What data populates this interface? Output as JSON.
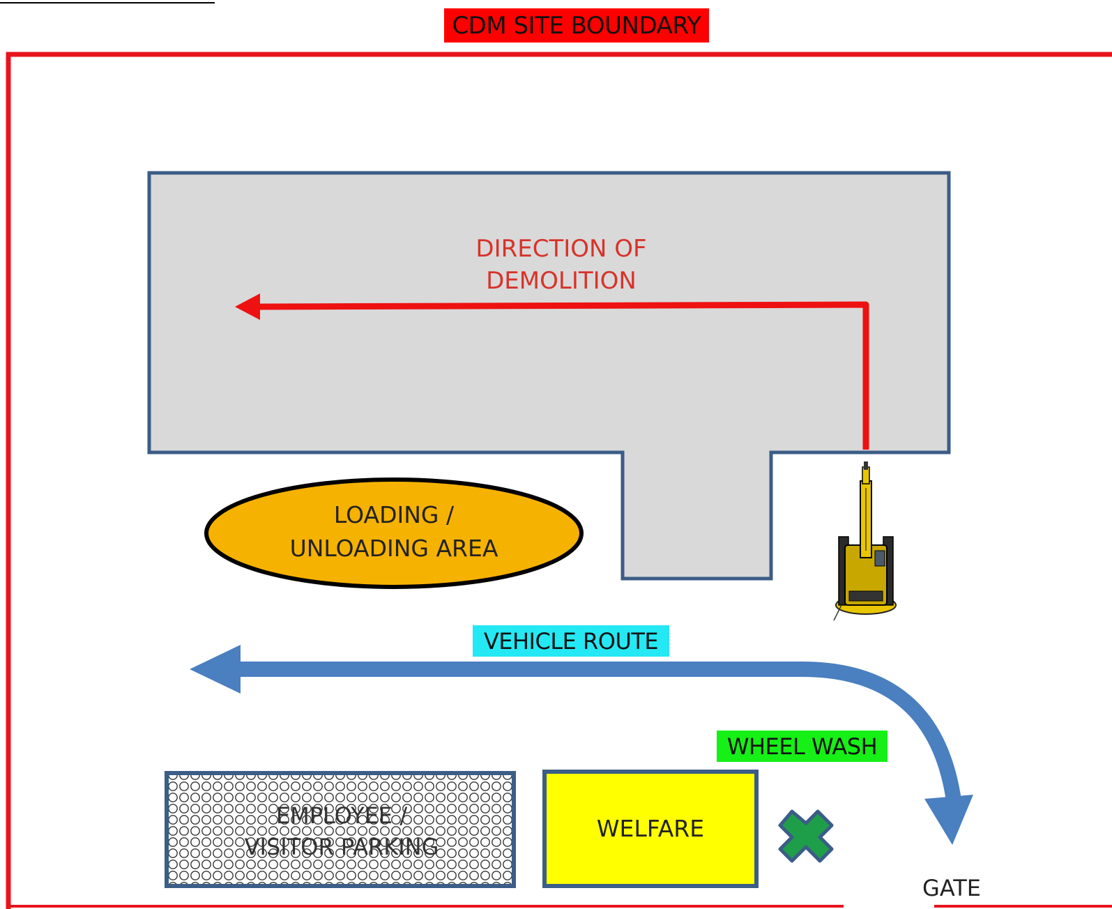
{
  "diagram": {
    "boundary_label": "CDM SITE BOUNDARY",
    "demolition_label_line1": "DIRECTION OF",
    "demolition_label_line2": "DEMOLITION",
    "loading_label_line1": "LOADING /",
    "loading_label_line2": "UNLOADING AREA",
    "vehicle_route_label": "VEHICLE ROUTE",
    "wheel_wash_label": "WHEEL WASH",
    "parking_label_line1": "EMPLOYEE /",
    "parking_label_line2": "VISITOR PARKING",
    "welfare_label": "WELFARE",
    "gate_label": "GATE",
    "icons": [
      "excavator-icon",
      "wheel-wash-cross-icon"
    ]
  },
  "colors": {
    "boundary": "#e8141c",
    "boundary_label_bg": "#ff0000",
    "building_fill": "#d9d9d9",
    "building_stroke": "#3b5d87",
    "demolition_arrow": "#ee1111",
    "demolition_text": "#d8322a",
    "loading_fill": "#f6b200",
    "vehicle_route": "#4a7fc0",
    "vehicle_label_bg": "#24e8f4",
    "wheel_wash_bg": "#16f016",
    "welfare_fill": "#ffff00",
    "cross_fill": "#1f9e4a",
    "excavator": "#e8c600"
  }
}
